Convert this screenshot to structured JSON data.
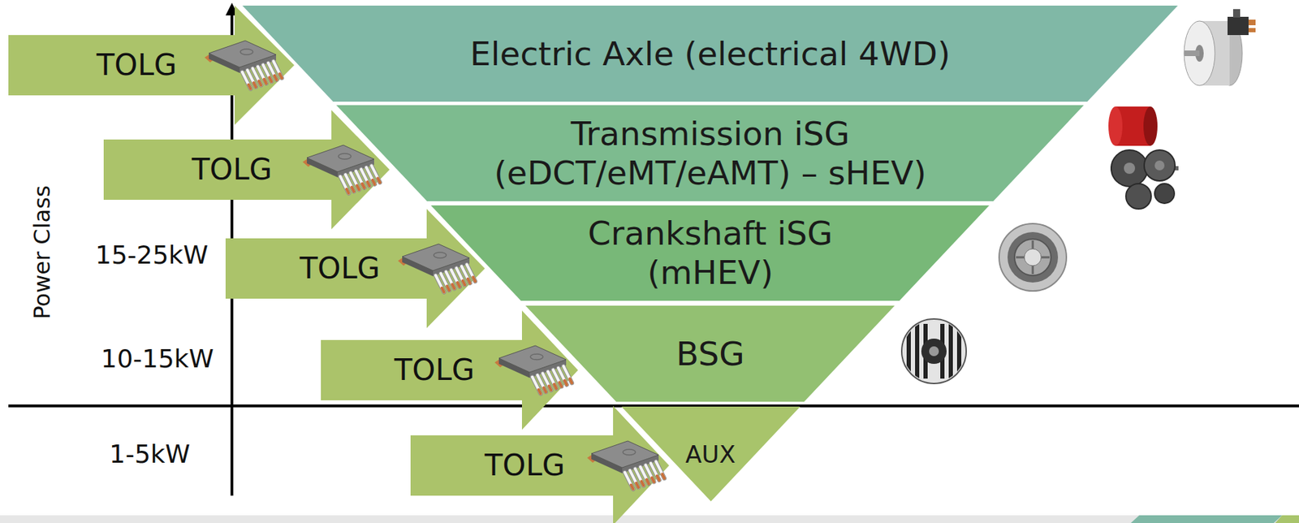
{
  "diagram": {
    "nodes": [
      {
        "text": [
          "TOLG"
        ]
      },
      {
        "text": [
          "Electric Axle (electrical 4WD)"
        ]
      },
      {
        "text": [
          "TOLG"
        ]
      },
      {
        "text": [
          "Transmission iSG (eDCT/eMT/eAMT) – sHEV)"
        ]
      },
      {
        "text": [
          "TOLG"
        ]
      },
      {
        "text": [
          "Crankshaft iSG (mHEV)"
        ]
      },
      {
        "text": [
          "TOLG"
        ]
      },
      {
        "text": [
          "BSG"
        ]
      },
      {
        "text": [
          "TOLG"
        ]
      },
      {
        "text": [
          "AUX"
        ]
      }
    ],
    "labels": [
      "Power Class",
      "15-25kW",
      "10-15kW",
      "1-5kW"
    ]
  }
}
